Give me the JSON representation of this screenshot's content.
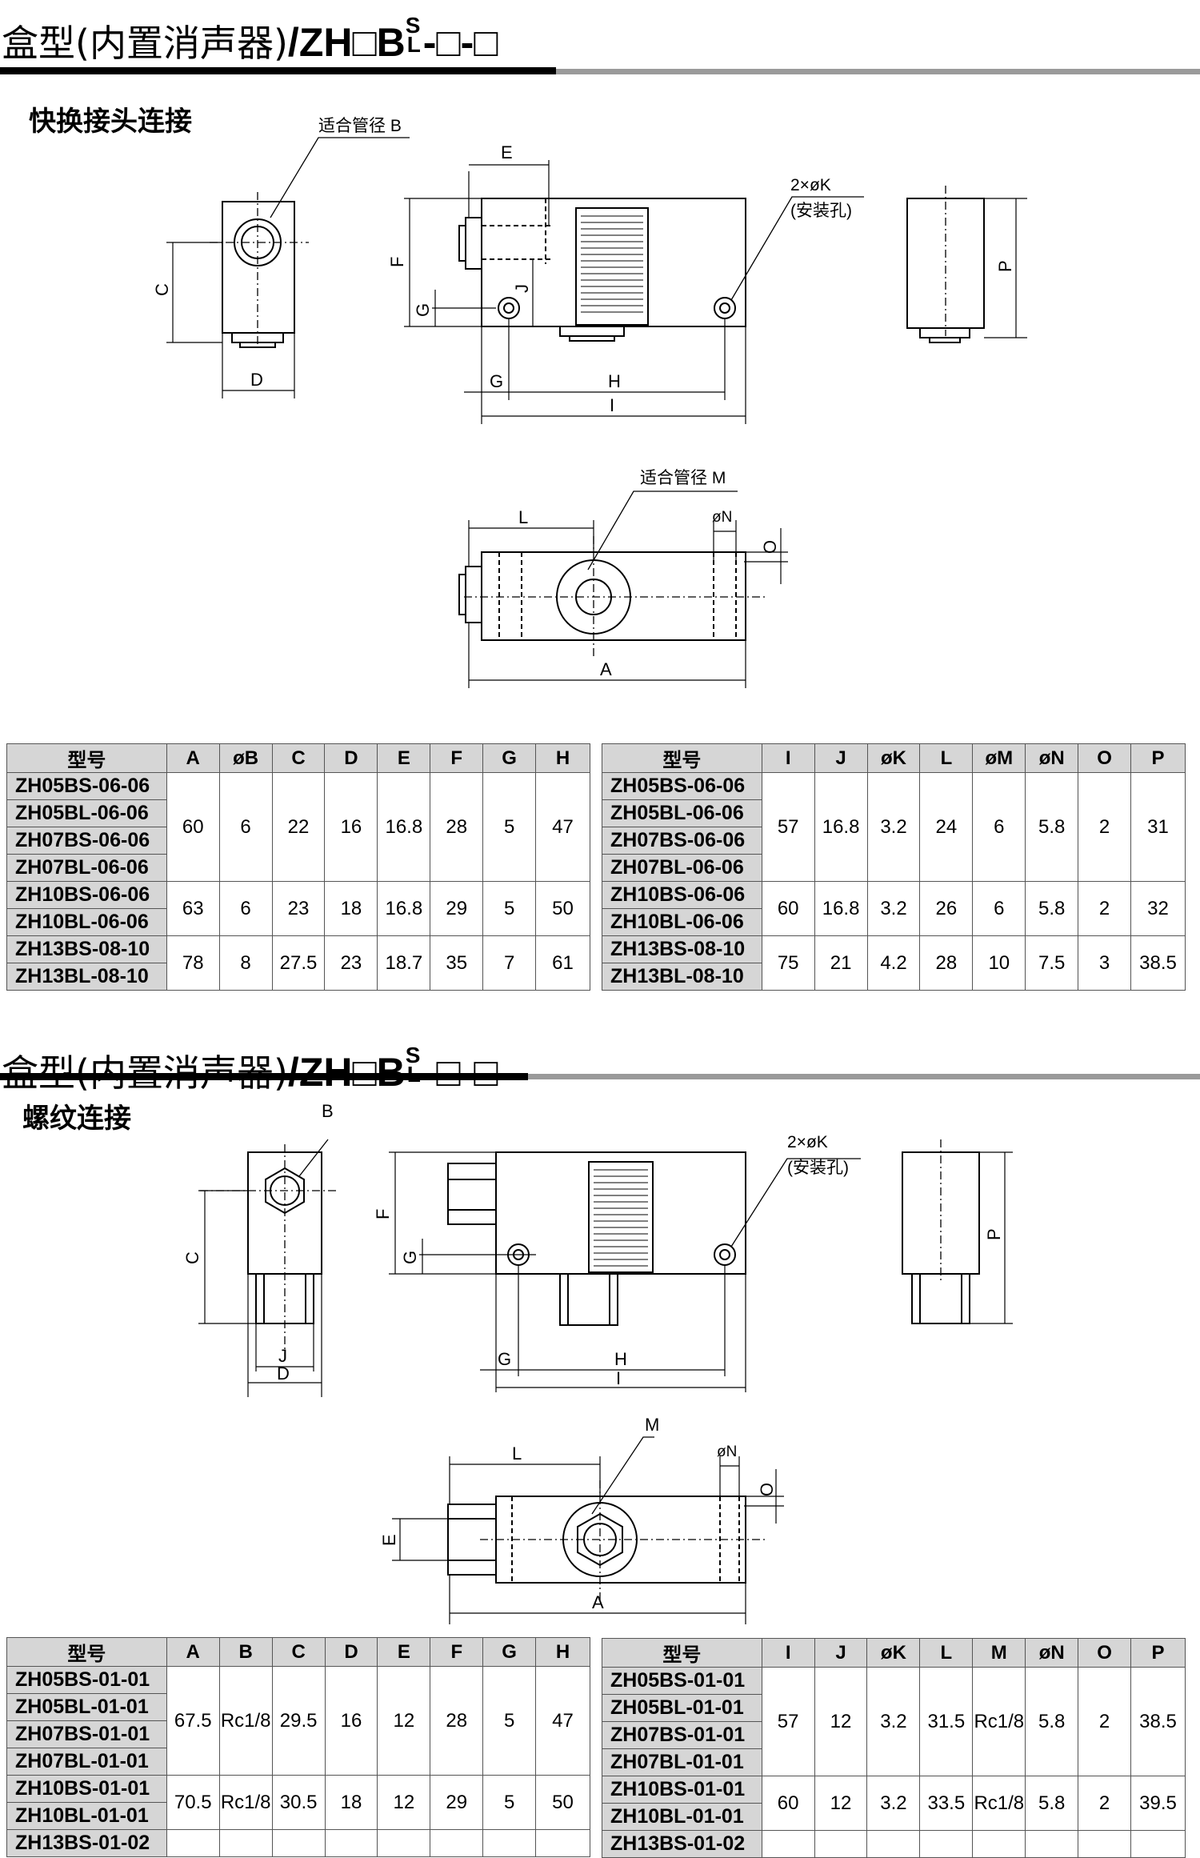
{
  "section1": {
    "title_prefix": "盒型(内置消声器)",
    "title_code": "/ZH□BS-□-□",
    "title_code_main": "ZH□B",
    "title_code_sup": "S",
    "title_code_sub": "L",
    "title_code_tail": "-□-□",
    "subtitle": "快换接头连接",
    "labels": {
      "tube_b": "适合管径 B",
      "mount": "2×øK",
      "mount_hole": "(安装孔)",
      "tube_m": "适合管径 M",
      "C": "C",
      "D": "D",
      "E": "E",
      "F": "F",
      "G": "G",
      "J": "J",
      "H": "H",
      "I": "I",
      "P": "P",
      "L": "L",
      "N": "øN",
      "O": "O",
      "A": "A"
    },
    "table_left": {
      "headers": [
        "型号",
        "A",
        "øB",
        "C",
        "D",
        "E",
        "F",
        "G",
        "H"
      ],
      "groups": [
        {
          "models": [
            "ZH05BS-06-06",
            "ZH05BL-06-06",
            "ZH07BS-06-06",
            "ZH07BL-06-06"
          ],
          "values": [
            "60",
            "6",
            "22",
            "16",
            "16.8",
            "28",
            "5",
            "47"
          ]
        },
        {
          "models": [
            "ZH10BS-06-06",
            "ZH10BL-06-06"
          ],
          "values": [
            "63",
            "6",
            "23",
            "18",
            "16.8",
            "29",
            "5",
            "50"
          ]
        },
        {
          "models": [
            "ZH13BS-08-10",
            "ZH13BL-08-10"
          ],
          "values": [
            "78",
            "8",
            "27.5",
            "23",
            "18.7",
            "35",
            "7",
            "61"
          ]
        }
      ]
    },
    "table_right": {
      "headers": [
        "型号",
        "I",
        "J",
        "øK",
        "L",
        "øM",
        "øN",
        "O",
        "P"
      ],
      "groups": [
        {
          "models": [
            "ZH05BS-06-06",
            "ZH05BL-06-06",
            "ZH07BS-06-06",
            "ZH07BL-06-06"
          ],
          "values": [
            "57",
            "16.8",
            "3.2",
            "24",
            "6",
            "5.8",
            "2",
            "31"
          ]
        },
        {
          "models": [
            "ZH10BS-06-06",
            "ZH10BL-06-06"
          ],
          "values": [
            "60",
            "16.8",
            "3.2",
            "26",
            "6",
            "5.8",
            "2",
            "32"
          ]
        },
        {
          "models": [
            "ZH13BS-08-10",
            "ZH13BL-08-10"
          ],
          "values": [
            "75",
            "21",
            "4.2",
            "28",
            "10",
            "7.5",
            "3",
            "38.5"
          ]
        }
      ]
    }
  },
  "section2": {
    "title_prefix": "盒型(内置消声器)",
    "title_code": "/ZH□BS-□-□",
    "title_code_main": "ZH□B",
    "title_code_sup": "S",
    "title_code_sub": "L",
    "title_code_tail": "-□-□",
    "subtitle": "螺纹连接",
    "labels": {
      "B": "B",
      "mount": "2×øK",
      "mount_hole": "(安装孔)",
      "C": "C",
      "J": "J",
      "D": "D",
      "F": "F",
      "G": "G",
      "H": "H",
      "I": "I",
      "P": "P",
      "M": "M",
      "L": "L",
      "N": "øN",
      "O": "O",
      "E": "E",
      "A": "A"
    },
    "table_left": {
      "headers": [
        "型号",
        "A",
        "B",
        "C",
        "D",
        "E",
        "F",
        "G",
        "H"
      ],
      "groups": [
        {
          "models": [
            "ZH05BS-01-01",
            "ZH05BL-01-01",
            "ZH07BS-01-01",
            "ZH07BL-01-01"
          ],
          "values": [
            "67.5",
            "Rc1/8",
            "29.5",
            "16",
            "12",
            "28",
            "5",
            "47"
          ]
        },
        {
          "models": [
            "ZH10BS-01-01",
            "ZH10BL-01-01"
          ],
          "values": [
            "70.5",
            "Rc1/8",
            "30.5",
            "18",
            "12",
            "29",
            "5",
            "50"
          ]
        },
        {
          "models": [
            "ZH13BS-01-02"
          ],
          "values": [
            "",
            "",
            "",
            "",
            "",
            "",
            "",
            ""
          ]
        }
      ]
    },
    "table_right": {
      "headers": [
        "型号",
        "I",
        "J",
        "øK",
        "L",
        "M",
        "øN",
        "O",
        "P"
      ],
      "groups": [
        {
          "models": [
            "ZH05BS-01-01",
            "ZH05BL-01-01",
            "ZH07BS-01-01",
            "ZH07BL-01-01"
          ],
          "values": [
            "57",
            "12",
            "3.2",
            "31.5",
            "Rc1/8",
            "5.8",
            "2",
            "38.5"
          ]
        },
        {
          "models": [
            "ZH10BS-01-01",
            "ZH10BL-01-01"
          ],
          "values": [
            "60",
            "12",
            "3.2",
            "33.5",
            "Rc1/8",
            "5.8",
            "2",
            "39.5"
          ]
        },
        {
          "models": [
            "ZH13BS-01-02"
          ],
          "values": [
            "",
            "",
            "",
            "",
            "",
            "",
            "",
            ""
          ]
        }
      ]
    }
  }
}
